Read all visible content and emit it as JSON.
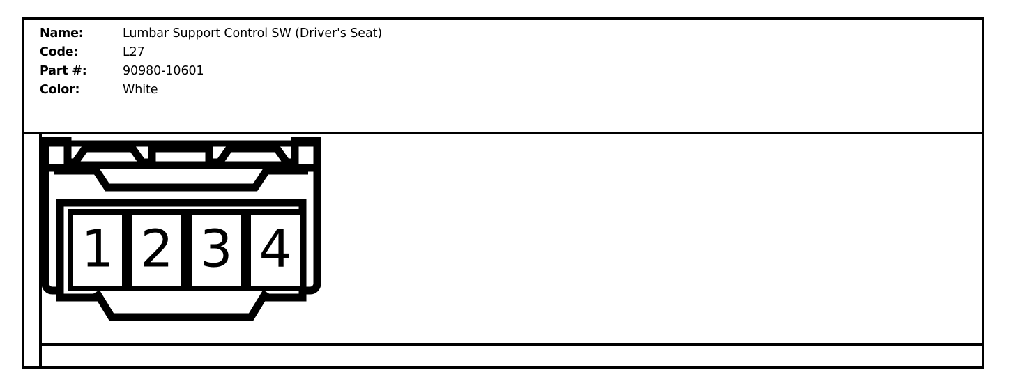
{
  "card": {
    "border_color": "#000000",
    "background": "#ffffff"
  },
  "spec": {
    "rows": [
      {
        "label": "Name:",
        "value": "Lumbar Support Control SW (Driver's Seat)"
      },
      {
        "label": "Code:",
        "value": "L27"
      },
      {
        "label": "Part #:",
        "value": "90980-10601"
      },
      {
        "label": "Color:",
        "value": "White"
      }
    ]
  },
  "connector": {
    "type": "4-way-female-connector-front-view",
    "cavity_count": 4,
    "pins": [
      {
        "number": "1"
      },
      {
        "number": "2"
      },
      {
        "number": "3"
      },
      {
        "number": "4"
      }
    ],
    "top_tabs": 3,
    "bottom_tabs": 1,
    "outline_color": "#000000",
    "fill_color": "#ffffff"
  }
}
